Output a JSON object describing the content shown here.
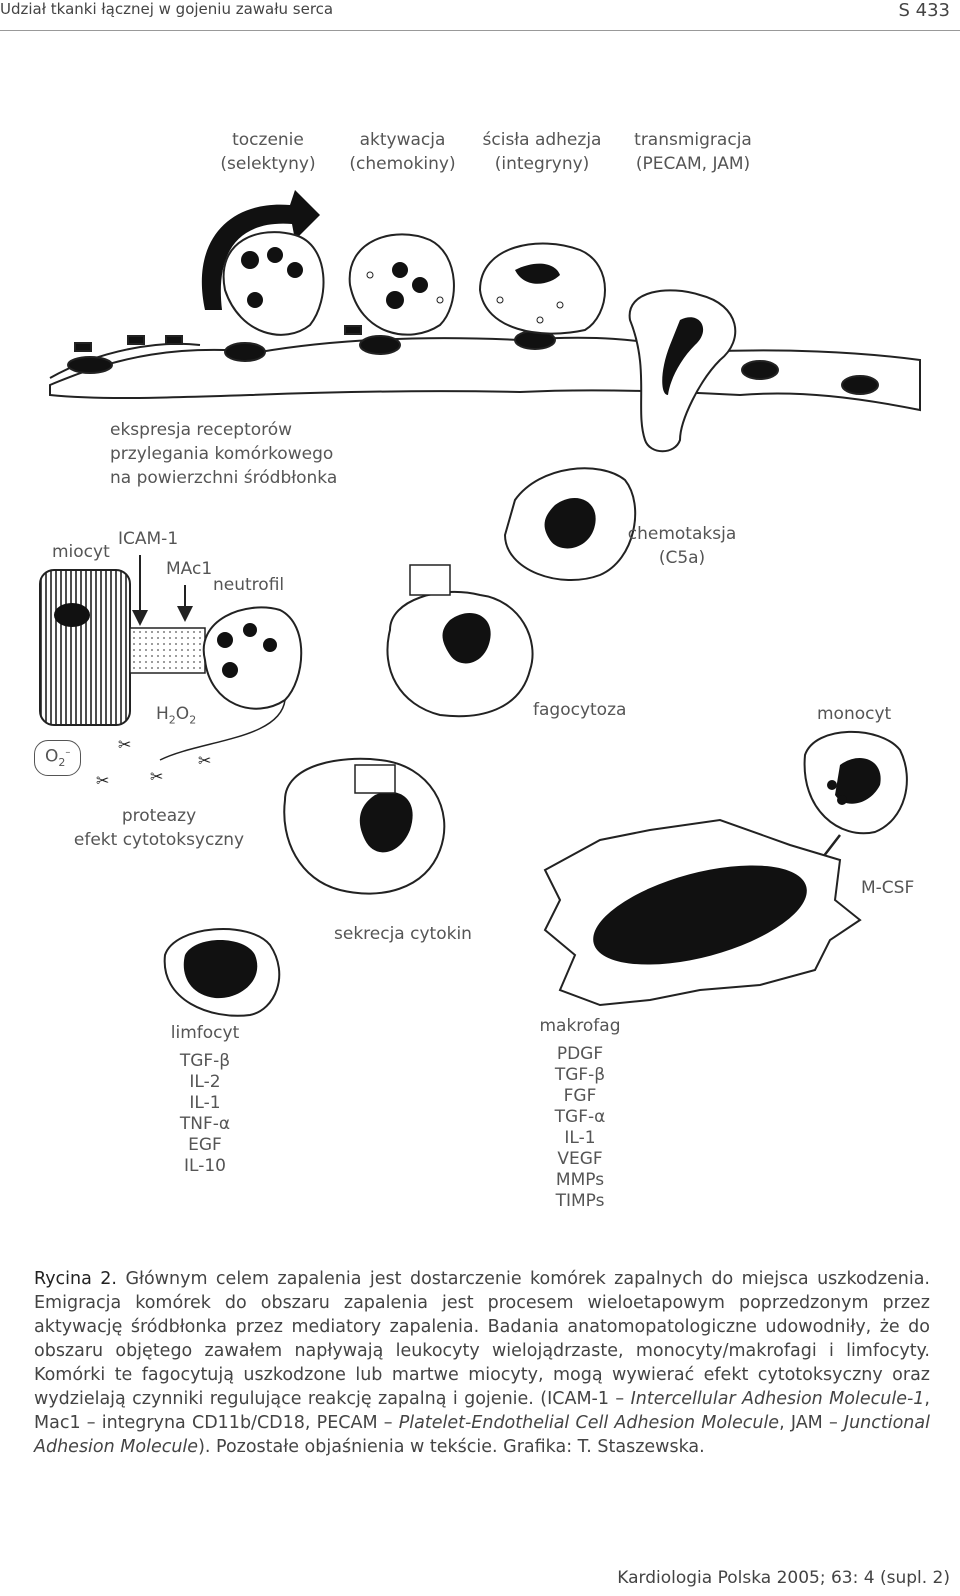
{
  "header": {
    "left": "Udział tkanki łącznej w gojeniu zawału serca",
    "right": "S 433"
  },
  "figure": {
    "stages": [
      {
        "line1": "toczenie",
        "line2": "(selektyny)"
      },
      {
        "line1": "aktywacja",
        "line2": "(chemokiny)"
      },
      {
        "line1": "ścisła adhezja",
        "line2": "(integryny)"
      },
      {
        "line1": "transmigracja",
        "line2": "(PECAM, JAM)"
      }
    ],
    "expression": [
      "ekspresja receptorów",
      "przylegania komórkowego",
      "na powierzchni śródbłonka"
    ],
    "miocyt": "miocyt",
    "icam": "ICAM-1",
    "mac1": "MAc1",
    "neutrofil": "neutrofil",
    "chemotaksja": [
      "chemotaksja",
      "(C5a)"
    ],
    "h2o2": "H",
    "h2o2_o": "O",
    "sub2": "2",
    "o2": "O",
    "o2_sup": "–",
    "fagocytoza": "fagocytoza",
    "monocyt": "monocyt",
    "proteazy": [
      "proteazy",
      "efekt cytotoksyczny"
    ],
    "mcsf": "M-CSF",
    "sekrecja": "sekrecja cytokin",
    "limfocyt": {
      "title": "limfocyt",
      "items": [
        "TGF-β",
        "IL-2",
        "IL-1",
        "TNF-α",
        "EGF",
        "IL-10"
      ]
    },
    "makrofag": {
      "title": "makrofag",
      "items": [
        "PDGF",
        "TGF-β",
        "FGF",
        "TGF-α",
        "IL-1",
        "VEGF",
        "MMPs",
        "TIMPs"
      ]
    }
  },
  "caption": {
    "label": "Rycina 2.",
    "text1": " Głównym celem zapalenia jest dostarczenie komórek zapalnych do miejsca uszkodzenia. Emigracja komórek do obszaru zapalenia jest procesem wieloetapowym poprzedzonym przez aktywację śródbłonka przez mediatory zapalenia. Badania anatomopatologiczne udowodniły, że do obszaru objętego zawałem napływają leukocyty wielojądrzaste, monocyty/makrofagi i limfocyty. Komórki te fagocytują uszkodzone lub martwe miocyty, mogą wywierać efekt cytotoksyczny oraz wydzielają czynniki regulujące reakcję zapalną i gojenie. (ICAM-1 – ",
    "it1": "Intercellular Adhesion Molecule-1",
    "text2": ", Mac1 – integryna CD11b/CD18, PECAM – ",
    "it2": "Platelet-Endothelial Cell Adhesion Molecule",
    "text3": ", JAM – ",
    "it3": "Junctional Adhesion Molecule",
    "text4": "). Pozostałe objaśnienia w tekście. Grafika: T. Staszewska."
  },
  "footer": "Kardiologia Polska 2005; 63: 4 (supl. 2)"
}
